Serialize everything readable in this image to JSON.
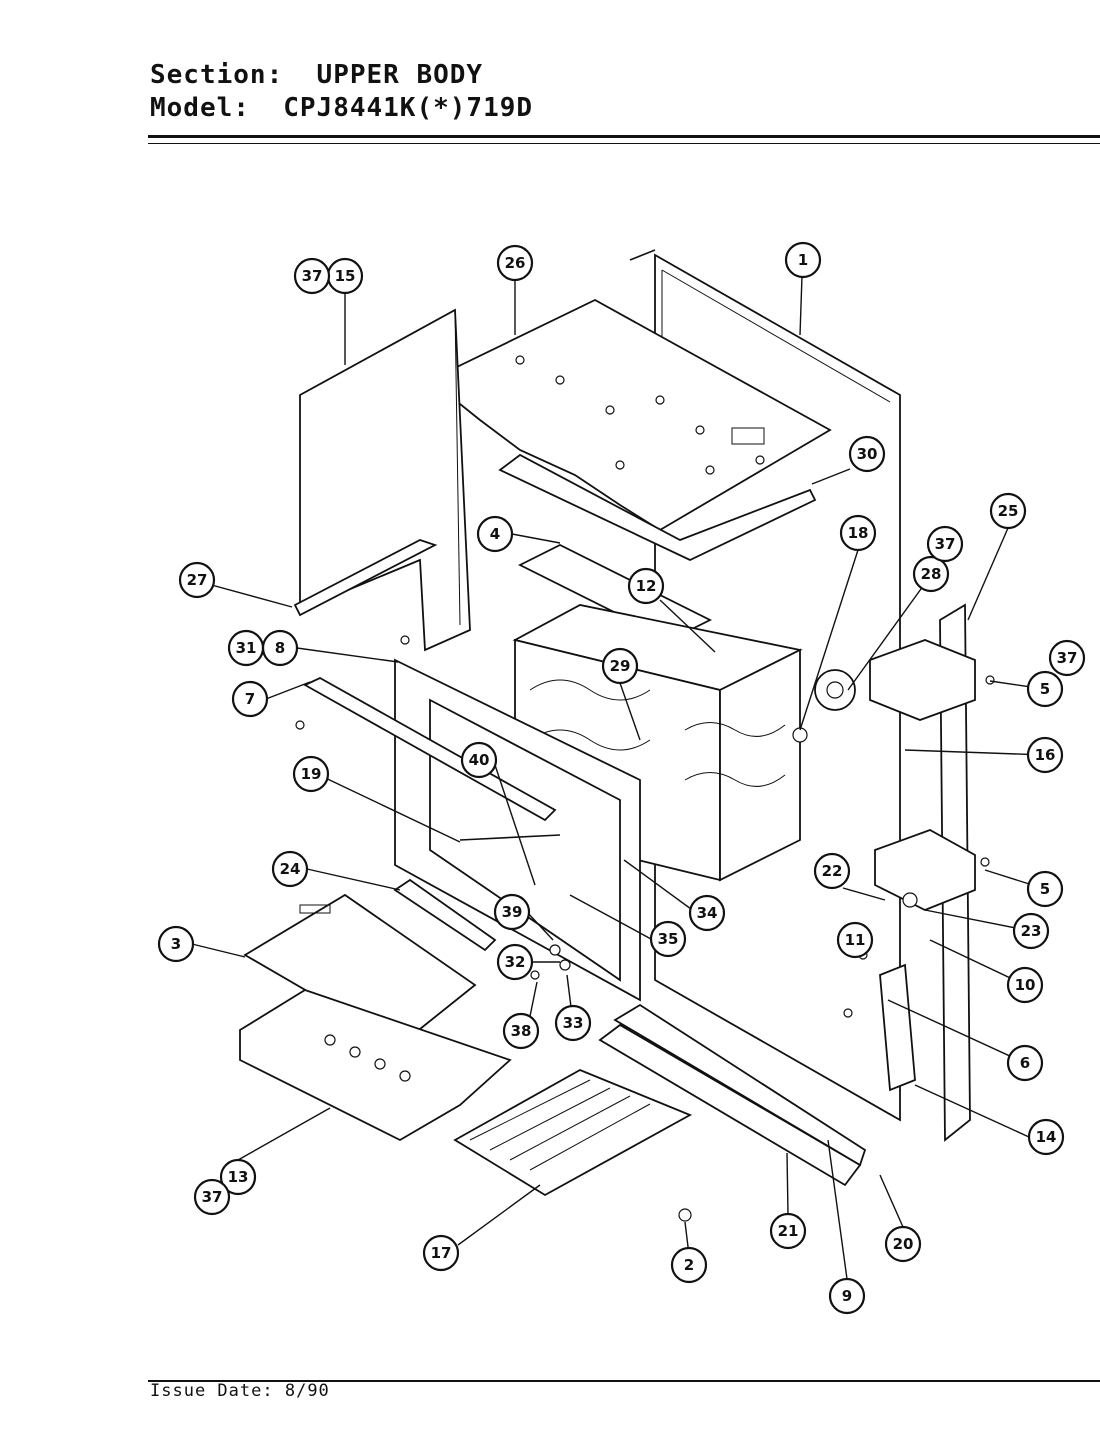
{
  "header": {
    "section_label": "Section:",
    "section_value": "UPPER BODY",
    "model_label": "Model:",
    "model_value": "CPJ8441K(*)719D"
  },
  "footer": {
    "issue_label": "Issue Date:",
    "issue_value": "8/90"
  },
  "callouts": [
    "1",
    "2",
    "3",
    "4",
    "5",
    "5",
    "6",
    "7",
    "8",
    "9",
    "10",
    "11",
    "12",
    "13",
    "14",
    "15",
    "16",
    "17",
    "18",
    "19",
    "20",
    "21",
    "22",
    "23",
    "24",
    "25",
    "26",
    "27",
    "28",
    "29",
    "30",
    "31",
    "32",
    "33",
    "34",
    "35",
    "37",
    "37",
    "37",
    "37",
    "37",
    "38",
    "39",
    "40"
  ]
}
